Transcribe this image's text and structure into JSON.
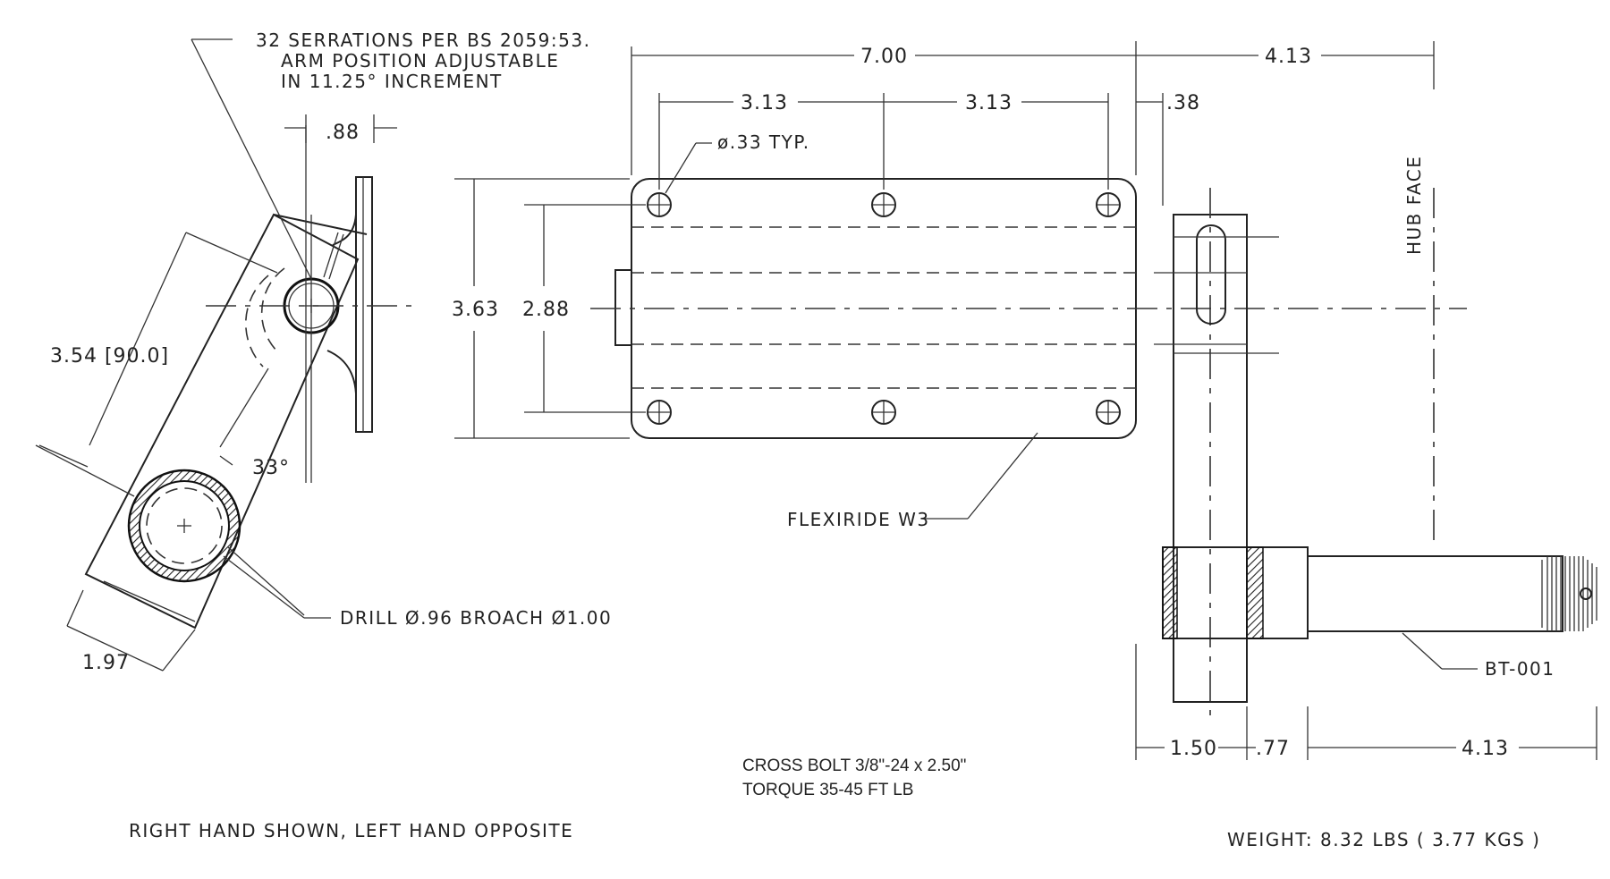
{
  "notes": {
    "serrations_line1": "32 SERRATIONS PER BS 2059:53.",
    "serrations_line2": "ARM POSITION ADJUSTABLE",
    "serrations_line3": "IN 11.25° INCREMENT",
    "drill": "DRILL Ø.96 BROACH Ø1.00",
    "hole_typ": "ø.33 TYP.",
    "flexiride": "FLEXIRIDE W3",
    "bt": "BT-001",
    "hub_face": "HUB FACE",
    "cross_bolt": "CROSS BOLT 3/8\"-24 x 2.50\"",
    "torque": "TORQUE 35-45 FT LB",
    "hand": "RIGHT HAND SHOWN, LEFT HAND OPPOSITE",
    "weight": "WEIGHT: 8.32 LBS ( 3.77 KGS )"
  },
  "dims": {
    "d_088": ".88",
    "d_354": "3.54 [90.0]",
    "d_33deg": "33°",
    "d_197": "1.97",
    "d_700": "7.00",
    "d_313a": "3.13",
    "d_313b": "3.13",
    "d_363": "3.63",
    "d_288": "2.88",
    "d_413top": "4.13",
    "d_038": ".38",
    "d_150": "1.50",
    "d_077": ".77",
    "d_413bot": "4.13"
  }
}
